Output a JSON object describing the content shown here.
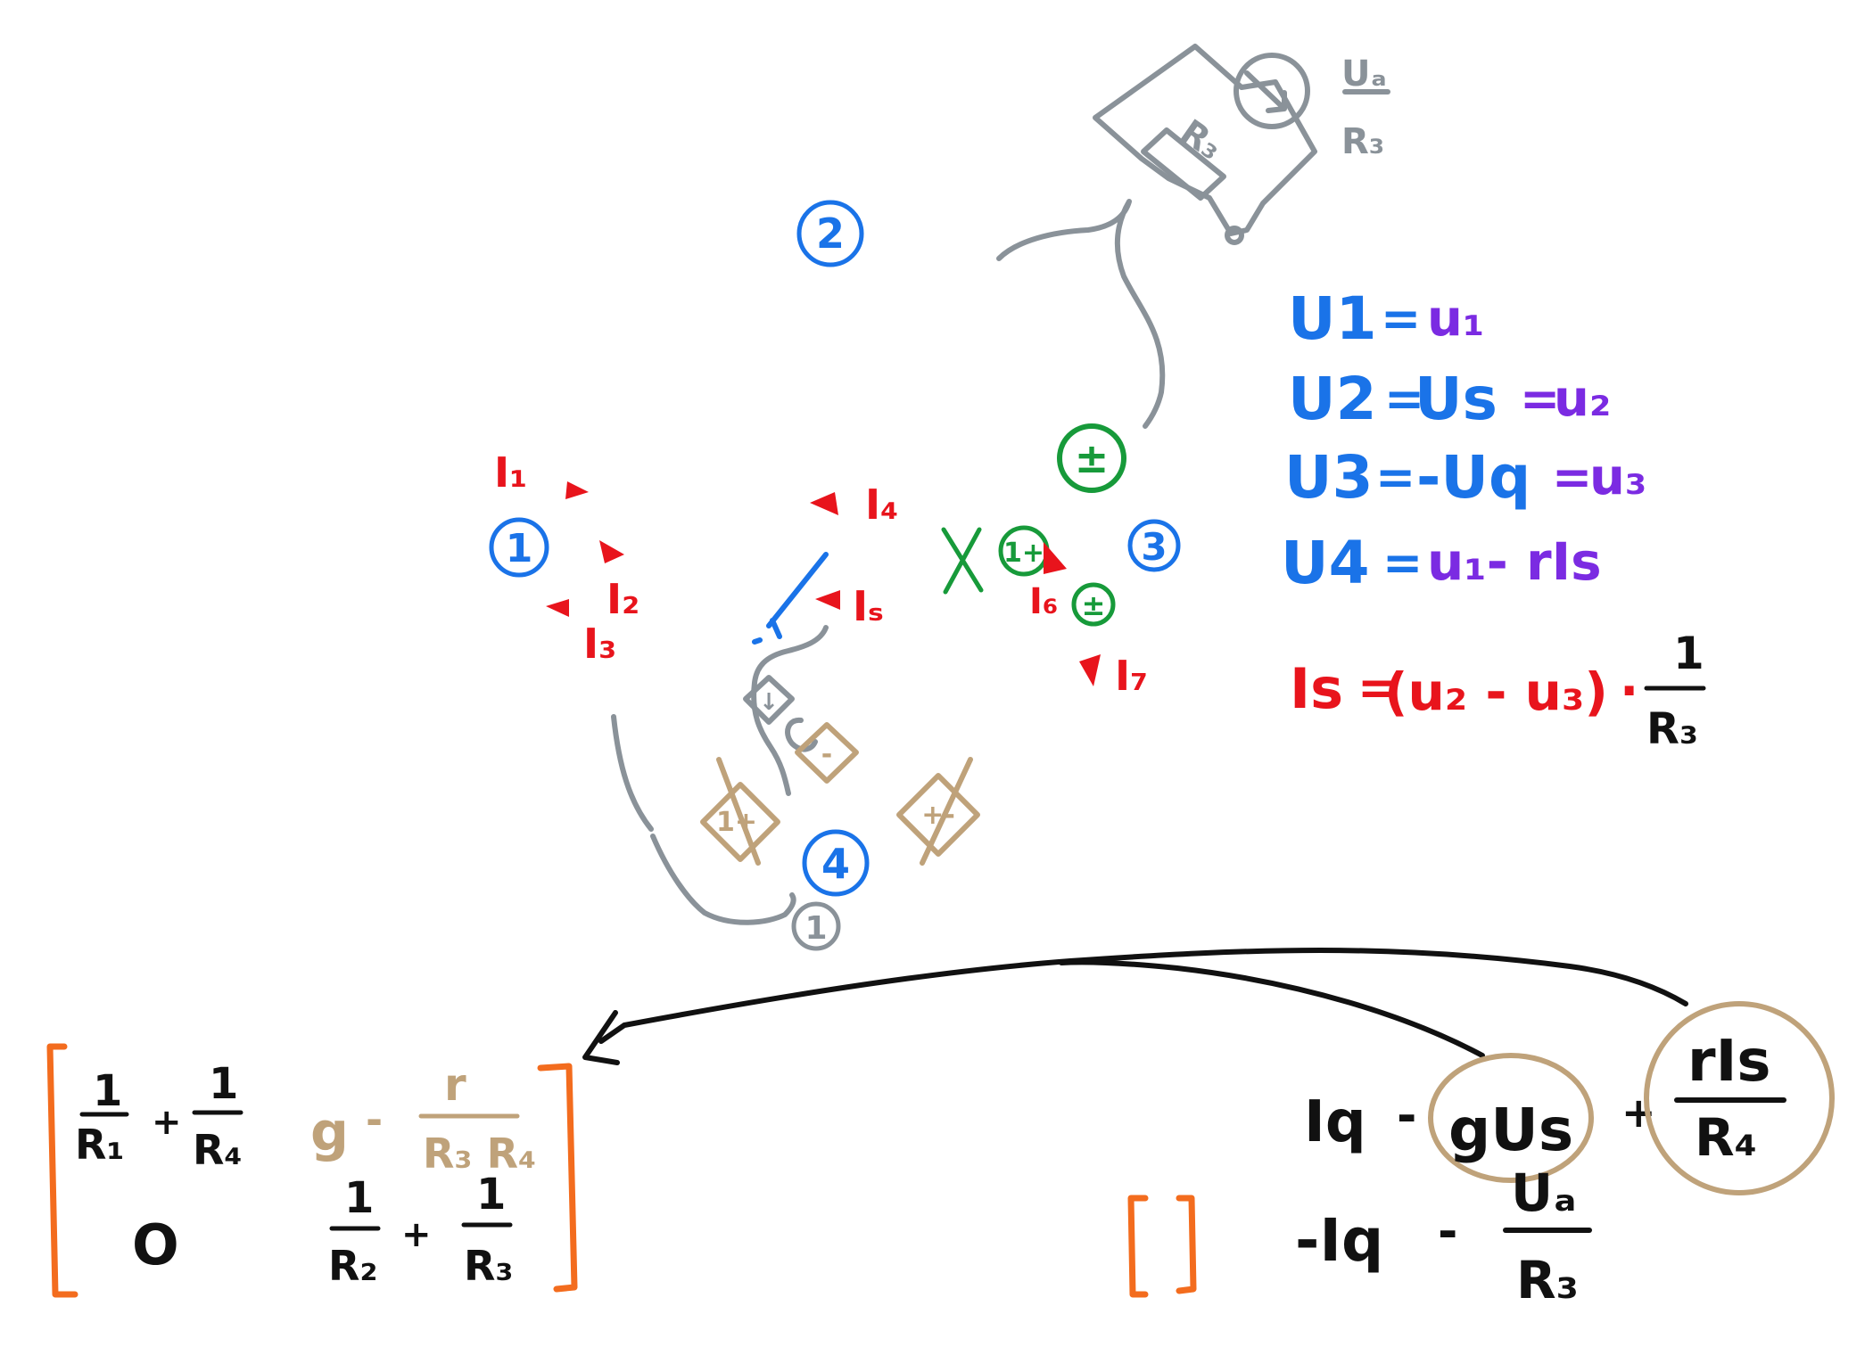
{
  "colors": {
    "blue": "#1a73e8",
    "purple": "#7b2be2",
    "red": "#e8141c",
    "green": "#179a3a",
    "gray": "#8a9299",
    "tan": "#bfa27a",
    "black": "#111111",
    "orange": "#f36c1e"
  },
  "nodes": {
    "n1": "1",
    "n2": "2",
    "n3": "3",
    "n4": "4",
    "n1_gray": "1"
  },
  "currents": {
    "i1": "I₁",
    "i2": "I₂",
    "i3": "I₃",
    "i4": "I₄",
    "is": "Iₛ",
    "i6": "I₆",
    "i7": "I₇"
  },
  "source_labels": {
    "resistor": "R₃",
    "ua": "Uₐ",
    "r3": "R₃"
  },
  "equations": {
    "u1": {
      "lhs": "U1",
      "eq1": "=",
      "rhs": "u₁"
    },
    "u2": {
      "lhs": "U2",
      "eq1": "=",
      "mid": "Us",
      "eq2": "=",
      "rhs": "u₂"
    },
    "u3": {
      "lhs": "U3",
      "eq1": "=",
      "mid": "-Uq",
      "eq2": "=",
      "rhs": "u₃"
    },
    "u4": {
      "lhs": "U4",
      "eq1": "=",
      "rhs": "u₁- rIs"
    },
    "is_eq": {
      "lhs": "Is",
      "eq": "=",
      "paren": "(u₂ - u₃)",
      "dot": "·",
      "num": "1",
      "den": "R₃"
    }
  },
  "matrix": {
    "a11_num1": "1",
    "a11_den1": "R₁",
    "a11_plus": "+",
    "a11_num2": "1",
    "a11_den2": "R₄",
    "a12_g": "g",
    "a12_minus": "-",
    "a12_num": "r",
    "a12_den": "R₃ R₄",
    "a21": "O",
    "a22_num1": "1",
    "a22_den1": "R₂",
    "a22_plus": "+",
    "a22_num2": "1",
    "a22_den2": "R₃"
  },
  "rhs": {
    "row1_iq": "Iq",
    "row1_minus": "-",
    "row1_gus": "gUs",
    "row1_plus": "+",
    "row1_num": "rIs",
    "row1_den": "R₄",
    "row2_iq": "-Iq",
    "row2_minus": "-",
    "row2_num": "Uₐ",
    "row2_den": "R₃"
  },
  "markers": {
    "green_plus_minus": "±",
    "green_one_plus": "1+",
    "tan_one_plus": "1+",
    "tan_plus_minus": "+-",
    "tan_minus": "-",
    "gray_down": "↓",
    "x_mark": "X"
  }
}
